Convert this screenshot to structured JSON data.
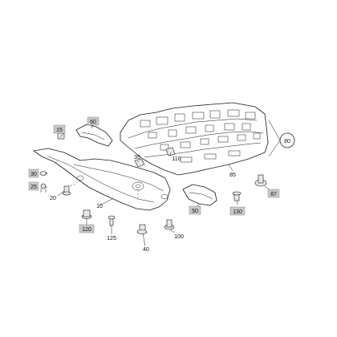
{
  "labels": {
    "l15": "15",
    "l60": "60",
    "l80": "80",
    "l35": "35",
    "l110": "110",
    "l30": "30",
    "l25": "25",
    "l20": "20",
    "l85": "85",
    "l87": "87",
    "l130": "130",
    "l50": "50",
    "l10": "10",
    "l120": "120",
    "l125": "125",
    "l40": "40",
    "l100": "100"
  }
}
